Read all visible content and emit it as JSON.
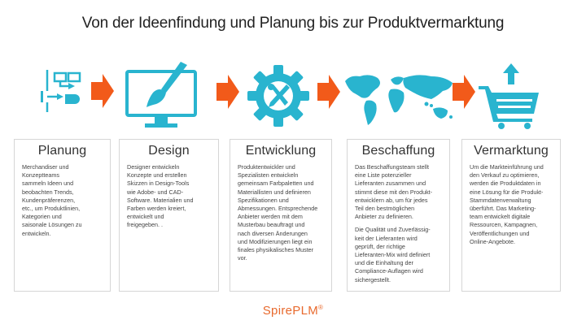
{
  "title": "Von der Ideenfindung und Planung bis zur Produktvermarktung",
  "colors": {
    "icon": "#29b4cf",
    "arrow": "#f25a1a",
    "logo": "#e86a2e"
  },
  "steps": [
    {
      "icon": "flowchart-icon",
      "title": "Planung",
      "text": "Merchandiser und\nKonzeptteams\nsammeln Ideen und\nbeobachten Trends,\nKundenpräferenzen,\netc., um Produktlinien,\nKategorien und\nsaisonale Lösungen zu\nentwickeln.",
      "text2": ""
    },
    {
      "icon": "monitor-brush-icon",
      "title": "Design",
      "text": "Designer entwickeln\nKonzepte und erstellen\nSkizzen in Design-Tools\nwie Adobe- und CAD-\nSoftware. Materialien und\nFarben werden kreiert,\nentwickelt und\nfreigegeben. .",
      "text2": ""
    },
    {
      "icon": "gear-tools-icon",
      "title": "Entwicklung",
      "text": "Produktentwickler und\nSpezialisten entwickeln\ngemeinsam Farbpaletten und\nMateriallisten und definieren\nSpezifikationen und\nAbmessungen. Entsprechende\nAnbieter werden mit dem\nMusterbau beauftragt und\nnach diversen Änderungen\nund Modifizierungen liegt ein\nfinales physikalisches Muster\nvor.",
      "text2": ""
    },
    {
      "icon": "world-map-icon",
      "title": "Beschaffung",
      "text": "Das Beschaffungsteam stellt\neine Liste potenzieller\nLieferanten zusammen und\nstimmt diese mit den Produkt-\nentwicklern ab, um für jedes\nTeil den bestmöglichen\nAnbieter zu definieren.",
      "text2": "Die Qualität und Zuverlässig-\nkeit der Lieferanten wird\ngeprüft, der richtige\nLieferanten-Mix wird definiert\nund die Einhaltung der\nCompliance-Auflagen wird\nsichergestellt."
    },
    {
      "icon": "shopping-cart-icon",
      "title": "Vermarktung",
      "text": "Um die Markteinführung und\nden Verkauf zu optimieren,\nwerden die Produktdaten in\neine Lösung für die Produkt-\nStammdatenverwaltung\nüberführt. Das Marketing-\nteam entwickelt digitale\nRessourcen, Kampagnen,\nVeröffentlichungen und\nOnline-Angebote.",
      "text2": ""
    }
  ],
  "logo": {
    "part1": "Spire",
    "part2": "PLM",
    "mark": "®"
  }
}
